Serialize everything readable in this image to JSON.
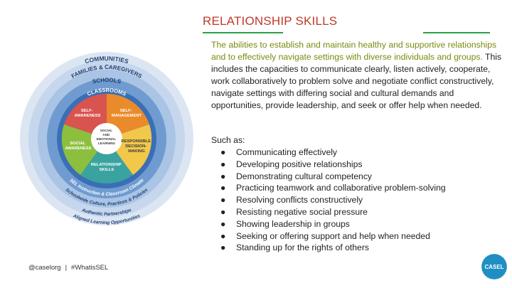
{
  "slide": {
    "title": "RELATIONSHIP SKILLS",
    "description_highlight": "The abilities to establish and maintain healthy and supportive relationships and to effectively navigate settings with diverse individuals and groups.",
    "description_rest": " This includes the capacities to communicate clearly, listen actively, cooperate, work collaboratively to problem solve and negotiate conflict constructively, navigate settings with differing social and cultural demands and opportunities, provide leadership, and seek or offer help when needed.",
    "such_as": "Such as:",
    "bullet_char": "●",
    "bullets": [
      "Communicating effectively",
      "Developing positive relationships",
      "Demonstrating cultural competency",
      "Practicing teamwork and collaborative problem-solving",
      "Resolving conflicts constructively",
      "Resisting negative social pressure",
      "Showing leadership in groups",
      "Seeking or offering support and help when needed",
      "Standing up for the rights of others"
    ],
    "footer_handle": "@caselorg",
    "footer_separator": "|",
    "footer_hashtag": "#WhatisSEL"
  },
  "wheel": {
    "rings": {
      "communities": "COMMUNITIES",
      "families": "FAMILIES & CAREGIVERS",
      "schools": "SCHOOLS",
      "classrooms": "CLASSROOMS",
      "instruction": "SEL Instruction & Classroom Climate",
      "schoolwide": "Schoolwide Culture, Practices & Policies",
      "partnerships": "Authentic Partnerships",
      "aligned": "Aligned Learning Opportunities"
    },
    "segments": {
      "self_awareness": [
        "SELF-",
        "AWARENESS"
      ],
      "self_management": [
        "SELF-",
        "MANAGEMENT"
      ],
      "social_awareness": [
        "SOCIAL",
        "AWARENESS"
      ],
      "responsible": [
        "RESPONSIBLE",
        "DECISION-",
        "MAKING"
      ],
      "relationship": [
        "RELATIONSHIP",
        "SKILLS"
      ],
      "center": [
        "SOCIAL",
        "AND",
        "EMOTIONAL",
        "LEARNING"
      ]
    }
  },
  "logo": {
    "text": "CASEL"
  },
  "colors": {
    "title": "#c0392b",
    "rule": "#2f9e44",
    "highlight": "#7a8a10",
    "ring_outer": "#dce6f2",
    "ring_blue1": "#a9c4e4",
    "ring_blue2": "#6f9bd1",
    "ring_blue3": "#3a6fb5",
    "seg_red": "#d9534f",
    "seg_orange": "#e98b2a",
    "seg_yellow": "#f2c84b",
    "seg_green": "#8dbf3f",
    "seg_teal": "#3aa3a0",
    "logo": "#1f8fc3"
  }
}
